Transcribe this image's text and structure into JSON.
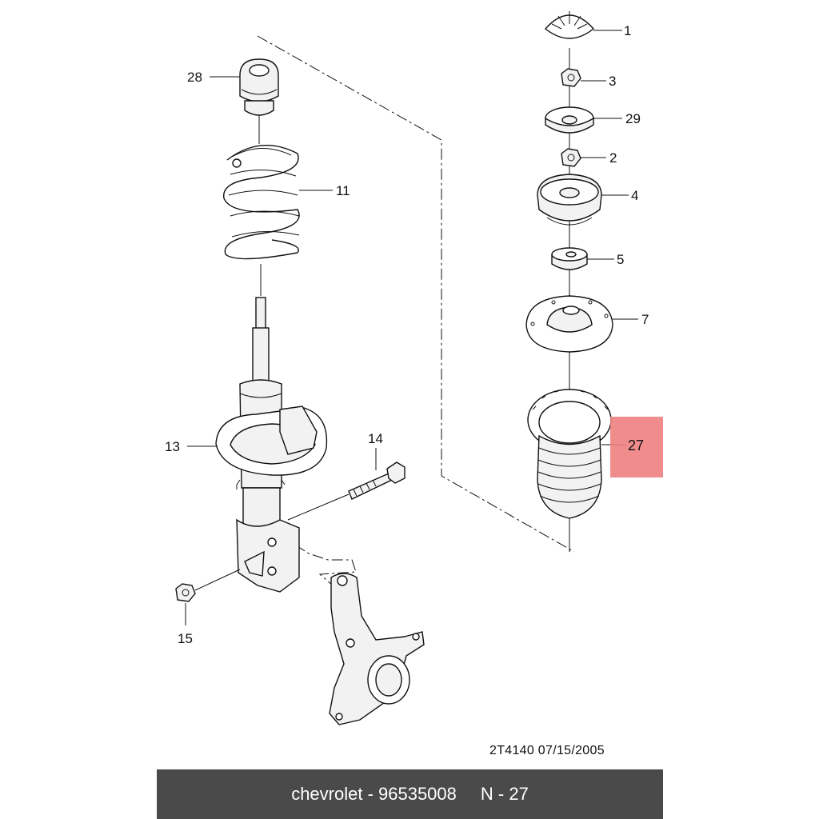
{
  "diagram": {
    "callouts": [
      {
        "id": "1",
        "label": "1"
      },
      {
        "id": "3",
        "label": "3"
      },
      {
        "id": "29",
        "label": "29"
      },
      {
        "id": "2",
        "label": "2"
      },
      {
        "id": "4",
        "label": "4"
      },
      {
        "id": "5",
        "label": "5"
      },
      {
        "id": "7",
        "label": "7"
      },
      {
        "id": "27",
        "label": "27",
        "highlighted": true
      },
      {
        "id": "28",
        "label": "28"
      },
      {
        "id": "11",
        "label": "11"
      },
      {
        "id": "13",
        "label": "13"
      },
      {
        "id": "14",
        "label": "14"
      },
      {
        "id": "15",
        "label": "15"
      }
    ],
    "doc_code": "2T4140  07/15/2005",
    "highlight_color": "#f08080"
  },
  "footer": {
    "brand_part": "chevrolet - 96535008",
    "page_ref": "N - 27",
    "background": "#4a4a4a"
  }
}
